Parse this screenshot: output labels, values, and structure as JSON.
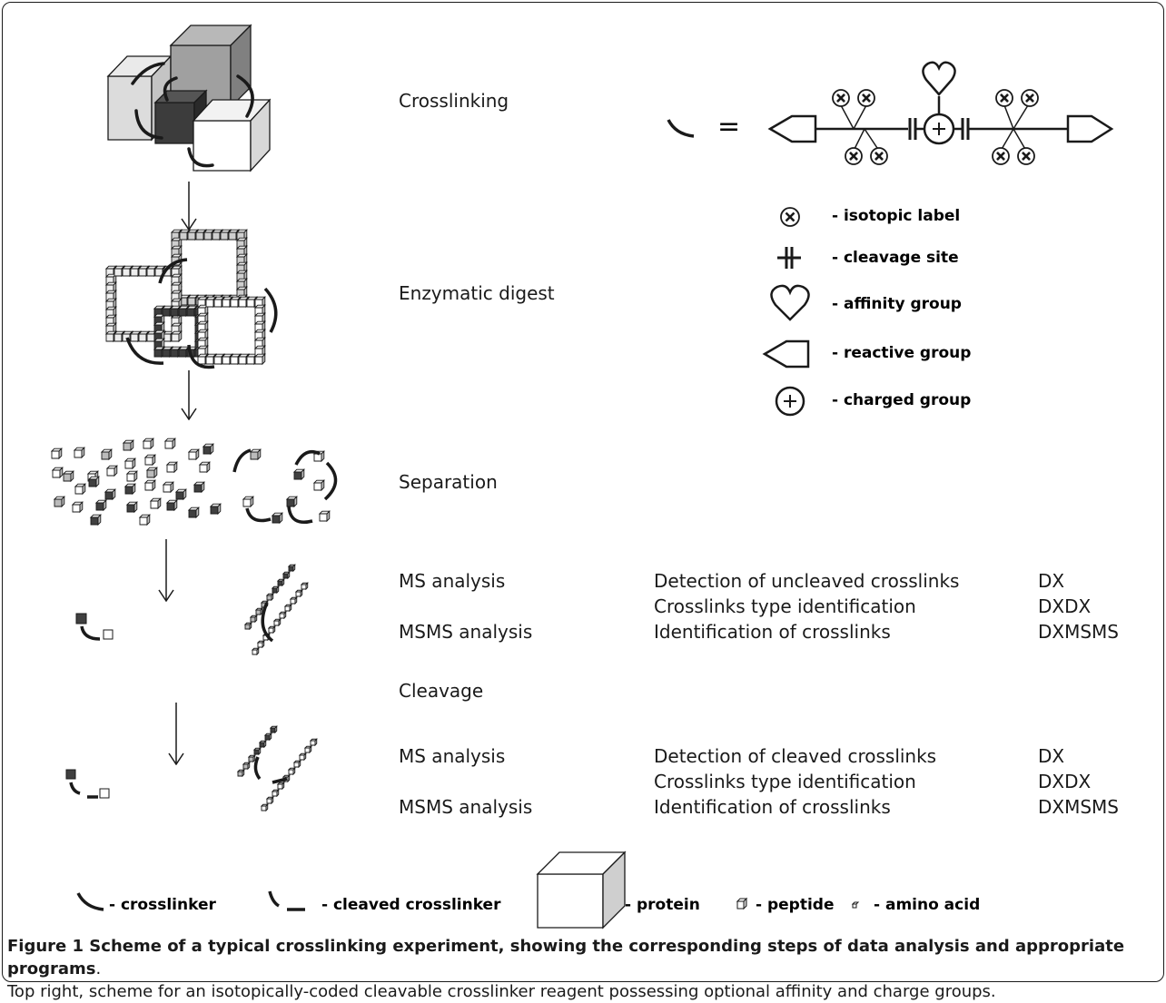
{
  "steps": {
    "crosslinking": "Crosslinking",
    "enzymatic_digest": "Enzymatic digest",
    "separation": "Separation",
    "ms_analysis_1": "MS analysis",
    "msms_analysis_1": "MSMS analysis",
    "cleavage": "Cleavage",
    "ms_analysis_2": "MS analysis",
    "msms_analysis_2": "MSMS analysis"
  },
  "analysis_before_cleavage": [
    {
      "task": "Detection of uncleaved crosslinks",
      "program": "DX"
    },
    {
      "task": "Crosslinks type identification",
      "program": "DXDX"
    },
    {
      "task": "Identification of crosslinks",
      "program": "DXMSMS"
    }
  ],
  "analysis_after_cleavage": [
    {
      "task": "Detection of cleaved crosslinks",
      "program": "DX"
    },
    {
      "task": "Crosslinks type identification",
      "program": "DXDX"
    },
    {
      "task": "Identification of crosslinks",
      "program": "DXMSMS"
    }
  ],
  "reagent": {
    "equals_sign": "=",
    "legend": {
      "isotopic_label": "- isotopic label",
      "cleavage_site": "- cleavage site",
      "affinity_group": "- affinity group",
      "reactive_group": "- reactive group",
      "charged_group": "- charged group"
    }
  },
  "bottom_legend": {
    "crosslinker": "- crosslinker",
    "cleaved_crosslinker": "- cleaved crosslinker",
    "protein": "- protein",
    "peptide": "- peptide",
    "amino_acid": "- amino acid"
  },
  "caption": {
    "title": "Figure 1 Scheme of a typical crosslinking experiment, showing the corresponding steps of data analysis and appropriate programs",
    "title_end": ".",
    "body": "Top right, scheme for an isotopically-coded cleavable crosslinker reagent possessing optional affinity and charge groups."
  },
  "colors": {
    "light_gray": "#dcdcdc",
    "mid_gray": "#9a9a9a",
    "dark_gray": "#404040",
    "white": "#ffffff",
    "stroke": "#1a1a1a"
  }
}
